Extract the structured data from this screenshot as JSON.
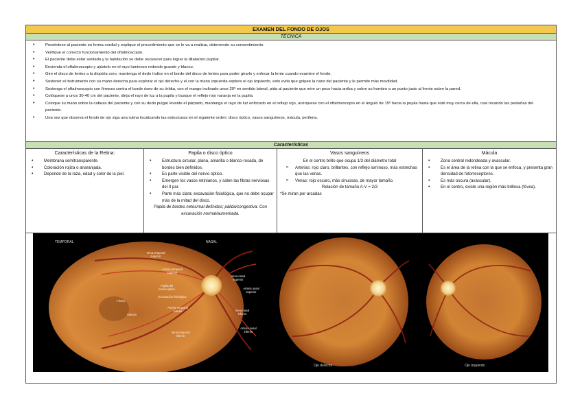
{
  "title": "EXAMEN DEL FONDO DE OJOS",
  "tecnica_header": "TÉCNICA",
  "steps": [
    "Preséntese al paciente en forma cordial y explique el procedimiento que se le va a realizar, obteniendo su consentimiento.",
    "Verifique el correcto funcionamiento del oftalmoscopio.",
    "El paciente debe estar sentado y la habitación se debe oscurecer para lograr la dilatación pupilar.",
    "Encienda el oftalmoscopio y ajústelo en el rayo luminoso redondo grande y blanco.",
    "Gire el disco de lentes a la dioptría cero, mantenga el dedo índice en el borde del disco de lentes para poder girarlo y enfocar la lente cuando examine el fondo.",
    "Sostener el instrumento con su mano derecha para explorar el ojo derecho y el con la mano izquierda explore el ojo izquierdo, esto evita que golpee la nariz del paciente y le permite más movilidad.",
    "Sostenga el oftalmoscopio con firmeza contra el borde óseo de su órbita, con el mango inclinado unos 20º en sentido lateral, pida al paciente que mire un poco hacia arriba y sobre su hombro a un punto justo al frente sobre la pared.",
    "Colóquese a unos 30-40 cm del paciente, dirija el rayo de luz a la pupila y busque el reflejo rojo naranja en la pupila.",
    "Coloque su mano sobre la cabeza del paciente y con su dedo pulgar levante el párpado, mantenga el rayo de luz enfocado en el reflejo rojo, acérquese con el oftalmoscopio en el ángulo de 15º hacia la pupila hasta que esté muy cerca de ella, casi tocando las pestañas del paciente.",
    "Una vez que observa el fondo de ojo siga una rutina localizando las estructuras en el siguiente orden: disco óptico, vasos sanguíneos, mácula, periferia."
  ],
  "caracteristicas_header": "Características",
  "retina": {
    "title": "Características de la Retina:",
    "items": [
      "Membrana semitransparente.",
      "Coloración rojiza o anaranjada.",
      "Depende de la raza, edad y color de la piel."
    ]
  },
  "papila": {
    "title": "Papila o disco óptico",
    "items": [
      "Estructura circular, plana, amarilla o blanco-rosada, de bordes bien definidos.",
      "Es parte visible del nervio óptico.",
      "Emergen los vasos retinianos, y salen las fibras nerviosas del II par.",
      "Parte más clara: excavación fisiológica, que no debe ocupar más de la mitad del disco."
    ],
    "note": "Papila de bordes netos/mal definidos; pálida/congestiva. Con excavación normal/aumentada."
  },
  "vasos": {
    "title": "Vasos sanguíneos",
    "intro": "En el centro brillo que ocupa 1/3 del diámetro total",
    "items": [
      "Arterias: rojo claro, brillantes, con reflejo luminoso, más estrechas que las venas.",
      "Venas: rojo oscuro, más sinuosas, de mayor tamaño."
    ],
    "ratio": "Relación de tamaño A-V = 2/3",
    "footnote": "*Se miran por arcadas"
  },
  "macula": {
    "title": "Mácula",
    "items": [
      "Zona central redondeada y avascular.",
      "Es el área de la retina con la que se enfoca, y presenta gran densidad de fotorreceptores.",
      "Es más oscura (avascular).",
      "En el centro, existe una región más brillosa (fóvea)."
    ]
  },
  "fundus_labels": {
    "temporal": "TEMPORAL",
    "nasal": "NASAL",
    "vena_temporal_superior": "Vena temporal superior",
    "arteria_temporal_superior": "Arteria temporal superior",
    "papila_nervio": "Papila del nervio óptico",
    "excavacion": "Excavación fisiológica",
    "fovea": "Fóvea",
    "macula": "Mácula",
    "arteria_temporal_inferior": "Arteria temporal inferior",
    "vena_temporal_inferior": "Vena temporal inferior",
    "vena_nasal_superior": "Vena nasal superior",
    "arteria_nasal_superior": "Arteria nasal superior",
    "vena_nasal_inferior": "Vena nasal inferior",
    "arteria_nasal_inferior": "Arteria nasal inferior",
    "ojo_derecho": "Ojo derecho",
    "ojo_izquierdo": "Ojo izquierdo"
  }
}
